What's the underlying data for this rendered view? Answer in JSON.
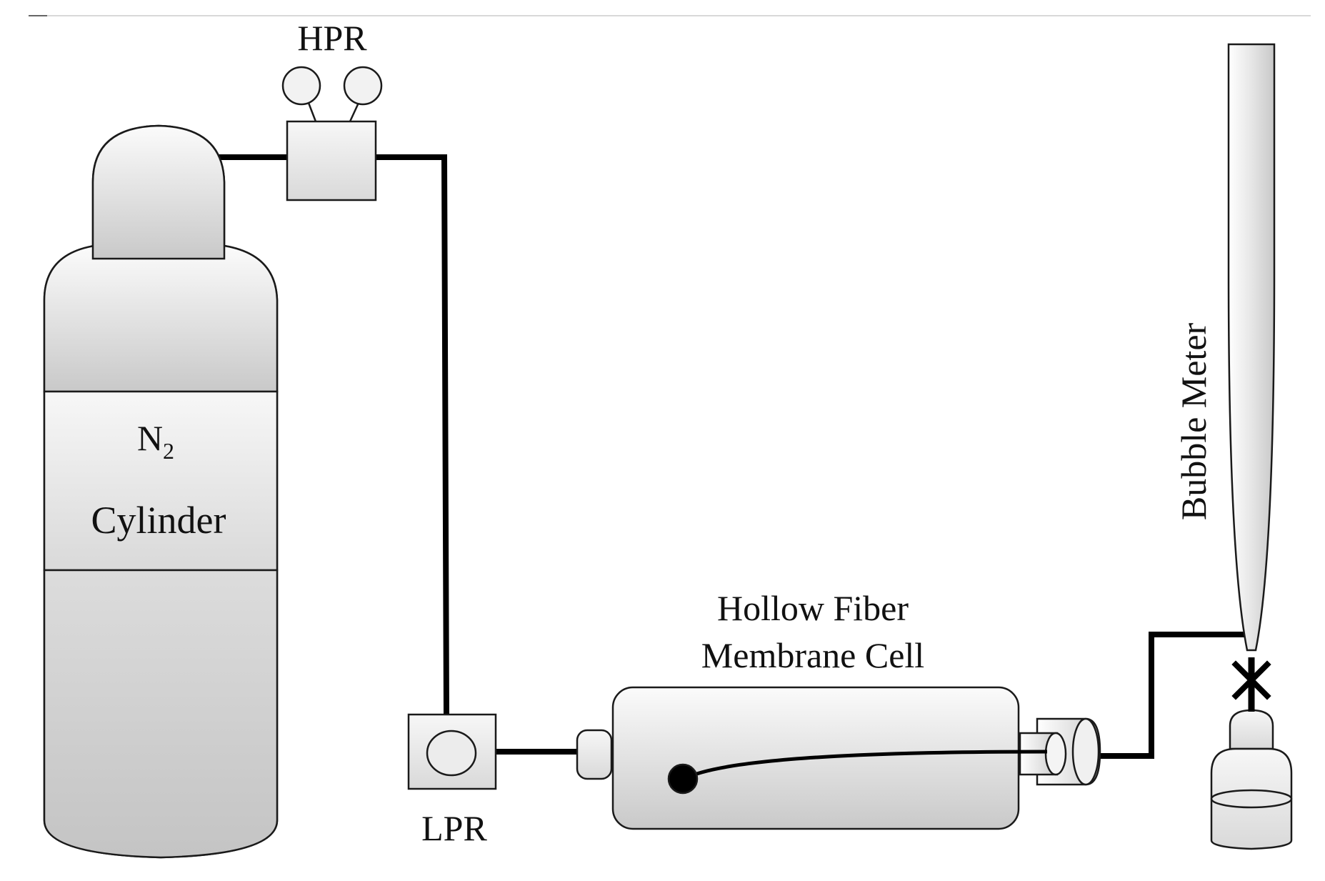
{
  "labels": {
    "hpr": "HPR",
    "lpr": "LPR",
    "cylinder_gas": "N",
    "cylinder_gas_subscript": "2",
    "cylinder": "Cylinder",
    "membrane_line1": "Hollow Fiber",
    "membrane_line2": "Membrane Cell",
    "bubble_meter": "Bubble Meter"
  },
  "colors": {
    "stroke": "#1a1a1a",
    "pipe": "#000000",
    "fill_light": "#f4f4f4",
    "fill_mid": "#d6d6d6",
    "fill_dark": "#bdbdbd"
  }
}
